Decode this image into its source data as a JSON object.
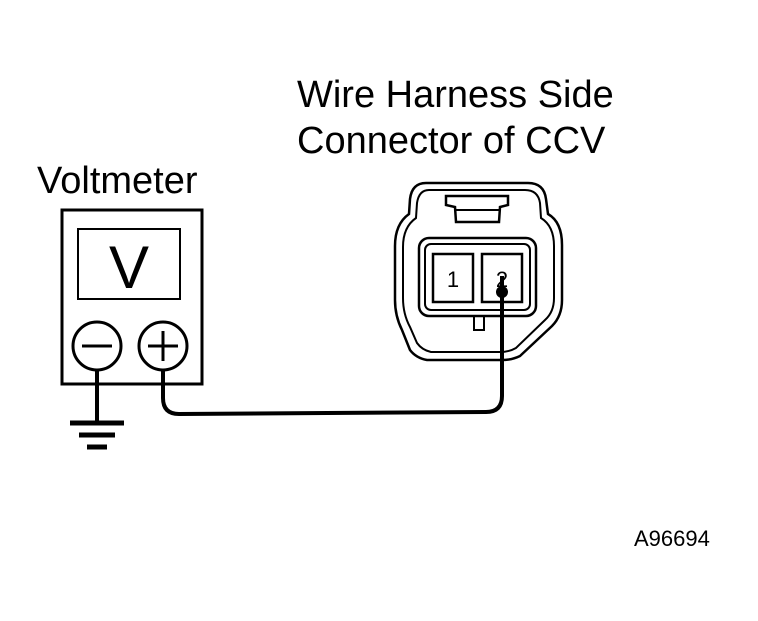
{
  "connector": {
    "title_line1": "Wire Harness Side",
    "title_line2": "Connector of CCV",
    "pins": [
      "1",
      "2"
    ]
  },
  "voltmeter": {
    "label": "Voltmeter",
    "display": "V",
    "terminals": {
      "negative": "−",
      "positive": "+"
    }
  },
  "figure_code": "A96694",
  "colors": {
    "ink": "#000000",
    "background": "#ffffff"
  }
}
